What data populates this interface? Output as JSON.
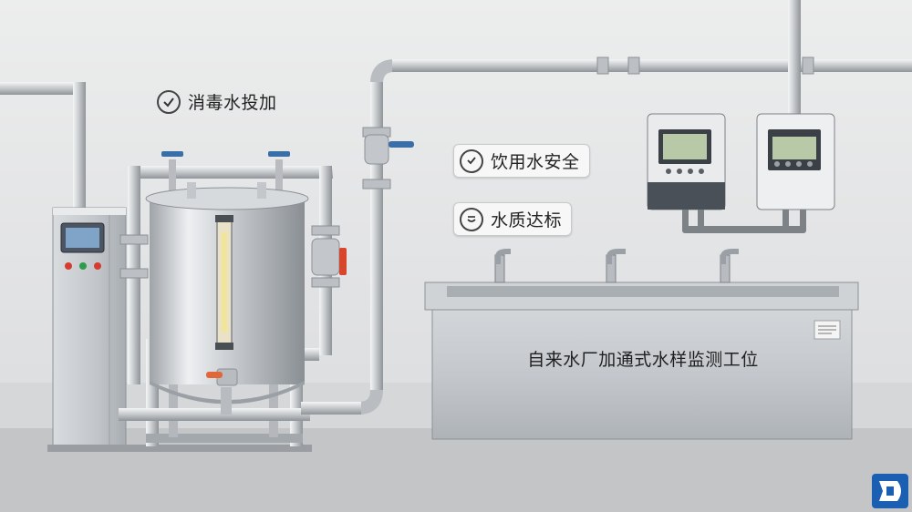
{
  "labels": {
    "disinfectant_dosing": "消毒水投加",
    "drinking_water_safety": "饮用水安全",
    "water_quality_standard": "水质达标"
  },
  "station": {
    "title": "自来水厂加通式水样监测工位"
  },
  "icons": {
    "check": "check-circle-icon",
    "shield_check": "shield-check-icon",
    "water_drop": "water-drop-icon",
    "logo": "brand-logo-icon"
  },
  "colors": {
    "valve_blue": "#3a6ea8",
    "valve_red": "#d7452c",
    "valve_orange": "#e0673a",
    "screen_green": "#b7c9a6",
    "logo_blue": "#1b5fb3",
    "button_red": "#d63b2f",
    "button_green": "#2e9c4a"
  }
}
